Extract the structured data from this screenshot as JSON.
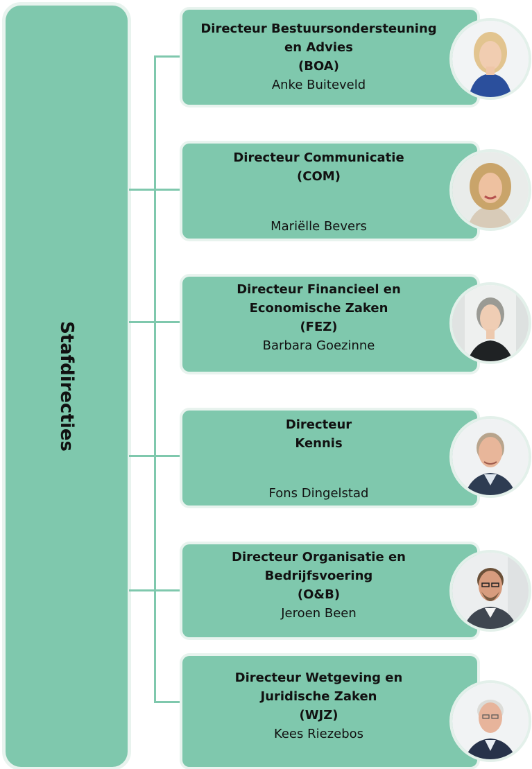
{
  "side_label": "Stafdirecties",
  "colors": {
    "accent": "#7fc8ad",
    "halo": "#e8f3ee"
  },
  "directors": [
    {
      "title": "Directeur Bestuursondersteuning\nen Advies",
      "abbr": "(BOA)",
      "name": "Anke Buiteveld",
      "photo_icon": "person-photo-icon"
    },
    {
      "title": "Directeur Communicatie",
      "abbr": "(COM)",
      "name": "Mariëlle Bevers",
      "photo_icon": "person-photo-icon"
    },
    {
      "title": "Directeur Financieel en\nEconomische Zaken",
      "abbr": "(FEZ)",
      "name": "Barbara Goezinne",
      "photo_icon": "person-photo-icon"
    },
    {
      "title": "Directeur\nKennis",
      "abbr": "",
      "name": "Fons Dingelstad",
      "photo_icon": "person-photo-icon"
    },
    {
      "title": "Directeur Organisatie en\nBedrijfsvoering",
      "abbr": "(O&B)",
      "name": "Jeroen Been",
      "photo_icon": "person-photo-icon"
    },
    {
      "title": "Directeur Wetgeving en\nJuridische Zaken",
      "abbr": "(WJZ)",
      "name": "Kees Riezebos",
      "photo_icon": "person-photo-icon"
    }
  ]
}
